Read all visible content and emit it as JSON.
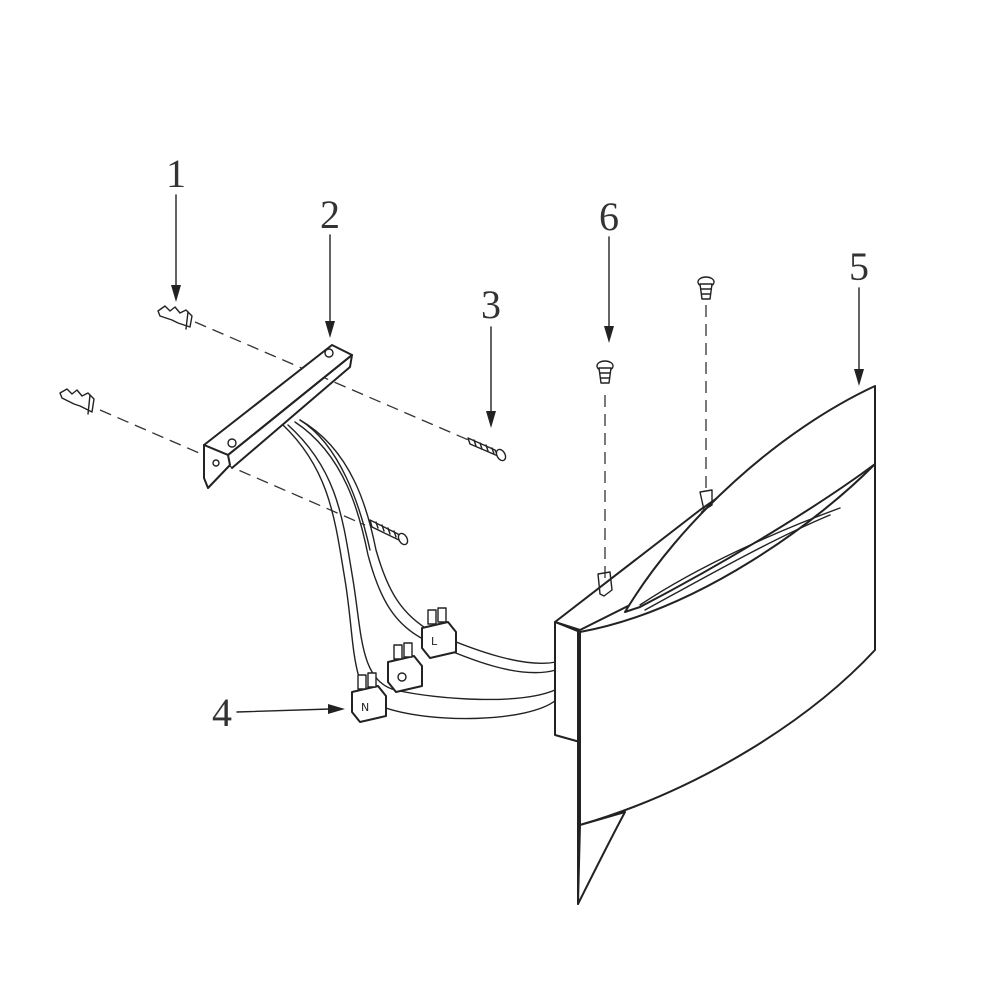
{
  "callouts": [
    {
      "id": "1",
      "label": "1"
    },
    {
      "id": "2",
      "label": "2"
    },
    {
      "id": "3",
      "label": "3"
    },
    {
      "id": "4",
      "label": "4"
    },
    {
      "id": "5",
      "label": "5"
    },
    {
      "id": "6",
      "label": "6"
    }
  ],
  "terminal_markings": {
    "live": "L",
    "neutral": "N"
  },
  "colors": {
    "ink": "#222222",
    "background": "#ffffff"
  }
}
